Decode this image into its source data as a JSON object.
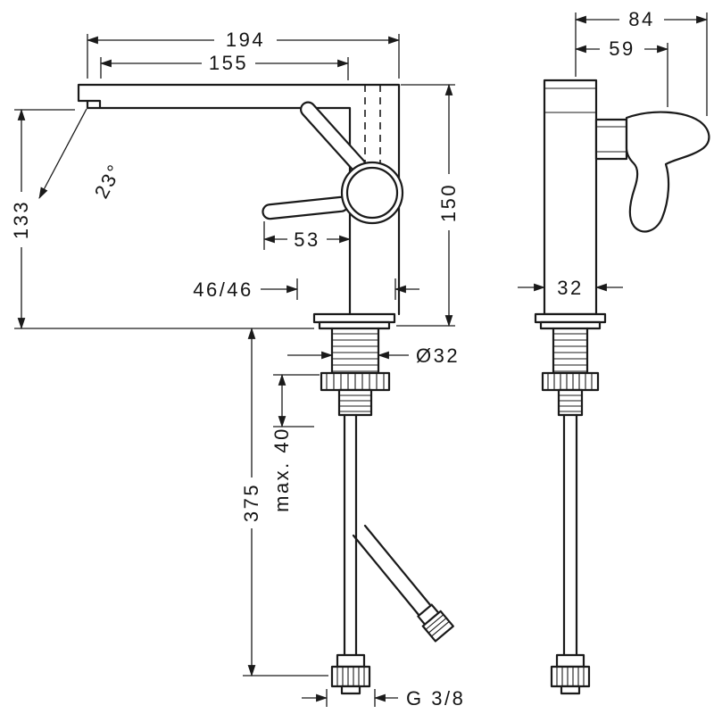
{
  "drawing": {
    "dimensions": {
      "spout_width_total": "194",
      "spout_reach": "155",
      "spout_angle": "23°",
      "spout_height": "133",
      "body_height": "150",
      "handle_length": "53",
      "center_offset": "46/46",
      "shaft_diameter": "Ø32",
      "max_mounting_thickness": "max. 40",
      "hose_length": "375",
      "depth_total": "84",
      "depth_body": "59",
      "body_width": "32",
      "connection_thread": "G 3/8"
    },
    "colors": {
      "line": "#1a1a1a",
      "background": "#ffffff"
    }
  }
}
